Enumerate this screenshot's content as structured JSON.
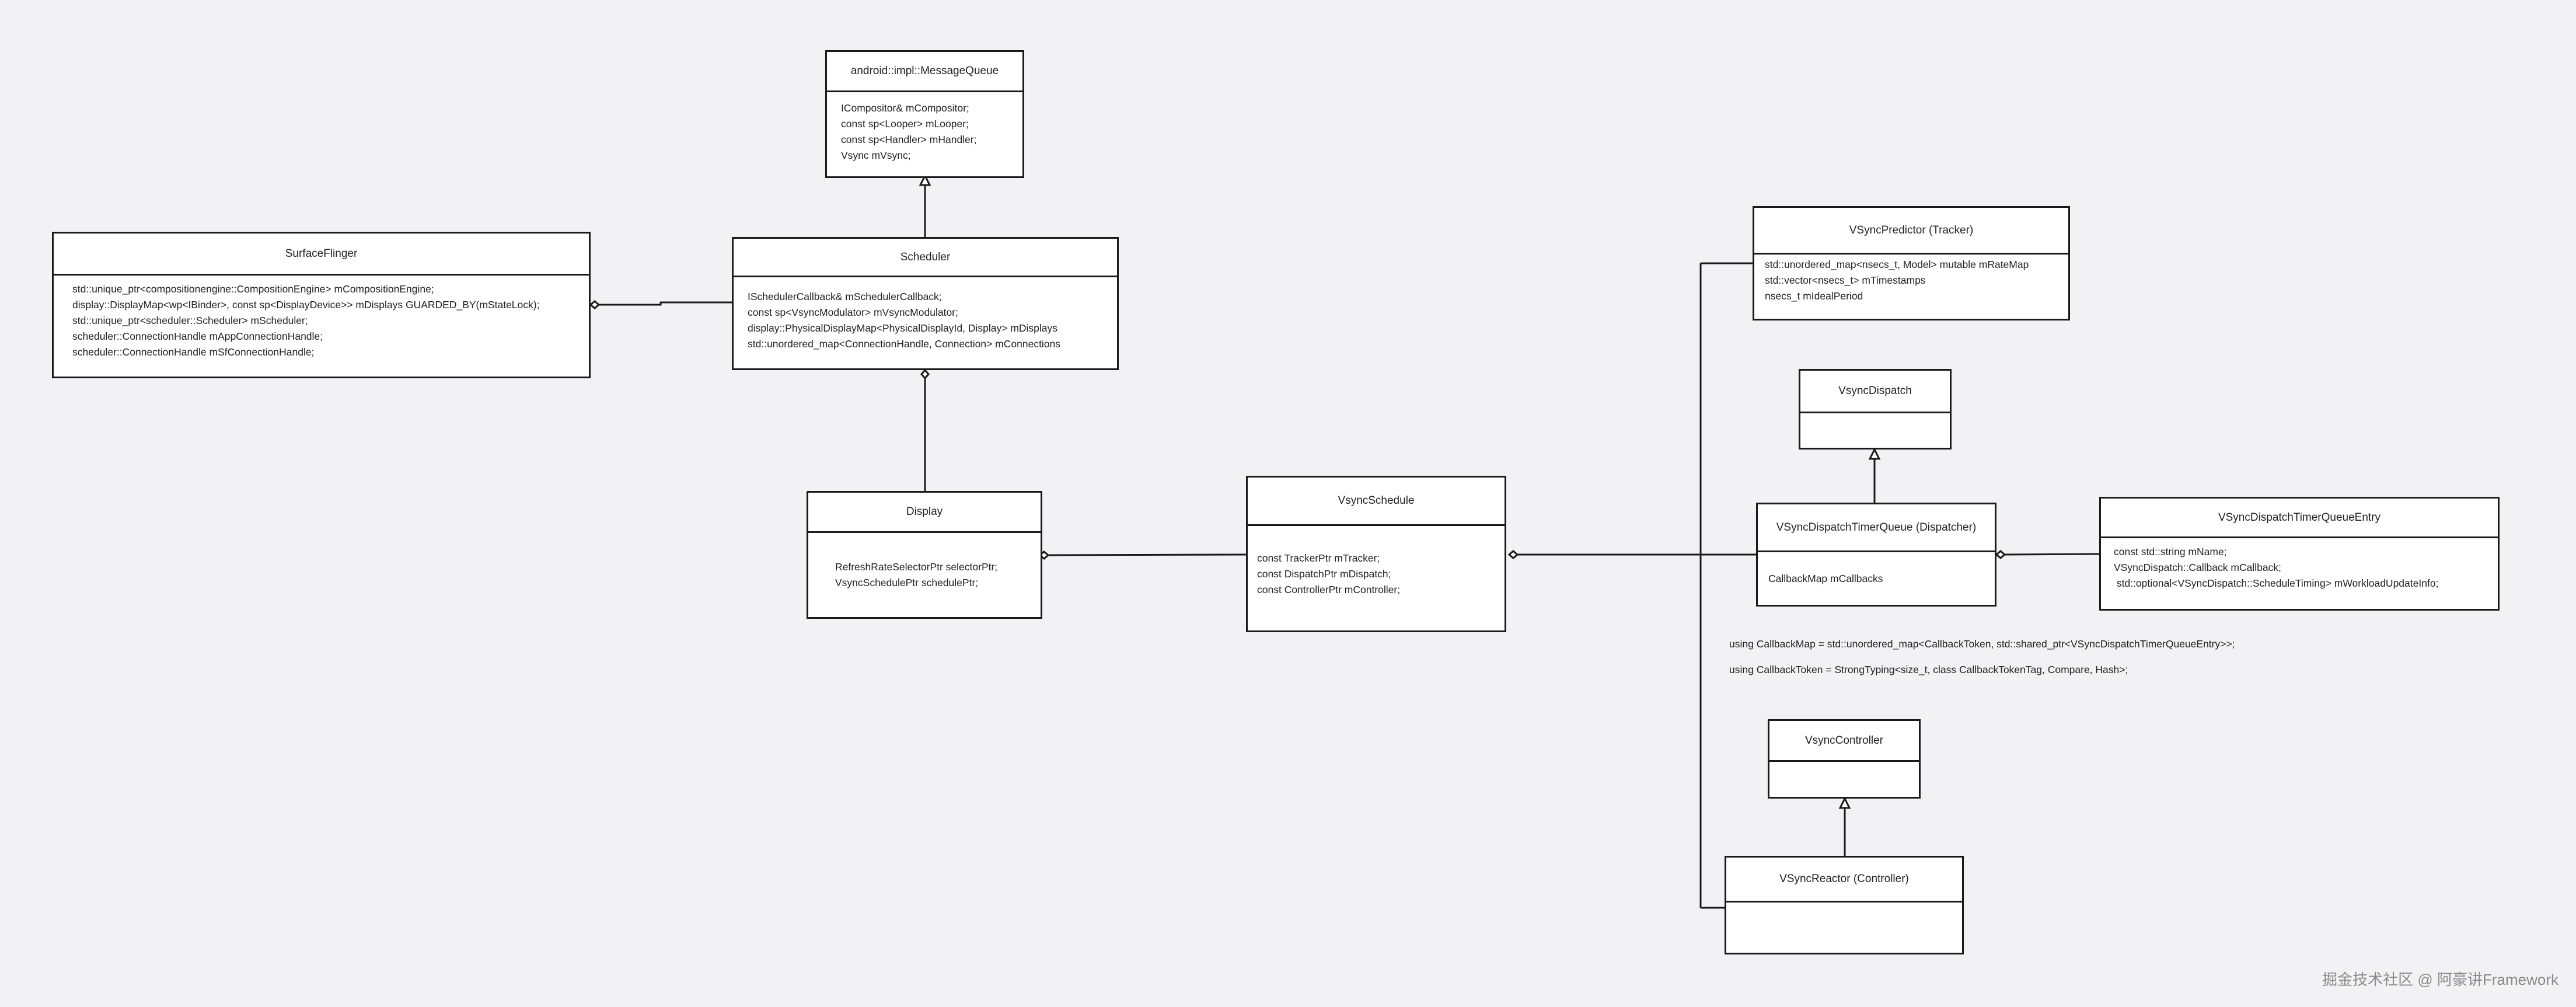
{
  "classes": {
    "message_queue": {
      "name": "android::impl::MessageQueue",
      "fields": [
        "ICompositor& mCompositor;",
        "const sp<Looper> mLooper;",
        "const sp<Handler> mHandler;",
        "Vsync mVsync;"
      ]
    },
    "surface_flinger": {
      "name": "SurfaceFlinger",
      "fields": [
        "std::unique_ptr<compositionengine::CompositionEngine> mCompositionEngine;",
        "display::DisplayMap<wp<IBinder>, const sp<DisplayDevice>> mDisplays GUARDED_BY(mStateLock);",
        "std::unique_ptr<scheduler::Scheduler> mScheduler;",
        "scheduler::ConnectionHandle mAppConnectionHandle;",
        "scheduler::ConnectionHandle mSfConnectionHandle;"
      ]
    },
    "scheduler": {
      "name": "Scheduler",
      "fields": [
        "ISchedulerCallback& mSchedulerCallback;",
        "const sp<VsyncModulator> mVsyncModulator;",
        "display::PhysicalDisplayMap<PhysicalDisplayId, Display> mDisplays",
        "std::unordered_map<ConnectionHandle, Connection> mConnections"
      ]
    },
    "display": {
      "name": "Display",
      "fields": [
        "RefreshRateSelectorPtr selectorPtr;",
        "VsyncSchedulePtr schedulePtr;"
      ]
    },
    "vsync_schedule": {
      "name": "VsyncSchedule",
      "fields": [
        "const TrackerPtr mTracker;",
        "const DispatchPtr mDispatch;",
        "const ControllerPtr mController;"
      ]
    },
    "vsync_predictor": {
      "name": "VSyncPredictor (Tracker)",
      "fields": [
        "std::unordered_map<nsecs_t, Model> mutable mRateMap",
        "std::vector<nsecs_t> mTimestamps",
        "nsecs_t mIdealPeriod"
      ]
    },
    "vsync_dispatch": {
      "name": "VsyncDispatch",
      "fields": []
    },
    "timer_queue": {
      "name": "VSyncDispatchTimerQueue (Dispatcher)",
      "fields": [
        "CallbackMap mCallbacks"
      ]
    },
    "timer_queue_entry": {
      "name": "VSyncDispatchTimerQueueEntry",
      "fields": [
        "const std::string mName;",
        "VSyncDispatch::Callback mCallback;",
        " std::optional<VSyncDispatch::ScheduleTiming> mWorkloadUpdateInfo;"
      ]
    },
    "vsync_controller": {
      "name": "VsyncController",
      "fields": []
    },
    "vsync_reactor": {
      "name": "VSyncReactor (Controller)",
      "fields": []
    }
  },
  "notes": {
    "callback_map": "using CallbackMap = std::unordered_map<CallbackToken, std::shared_ptr<VSyncDispatchTimerQueueEntry>>;",
    "callback_token": "using CallbackToken = StrongTyping<size_t, class CallbackTokenTag, Compare, Hash>;"
  },
  "watermark": "掘金技术社区 @ 阿豪讲Framework"
}
